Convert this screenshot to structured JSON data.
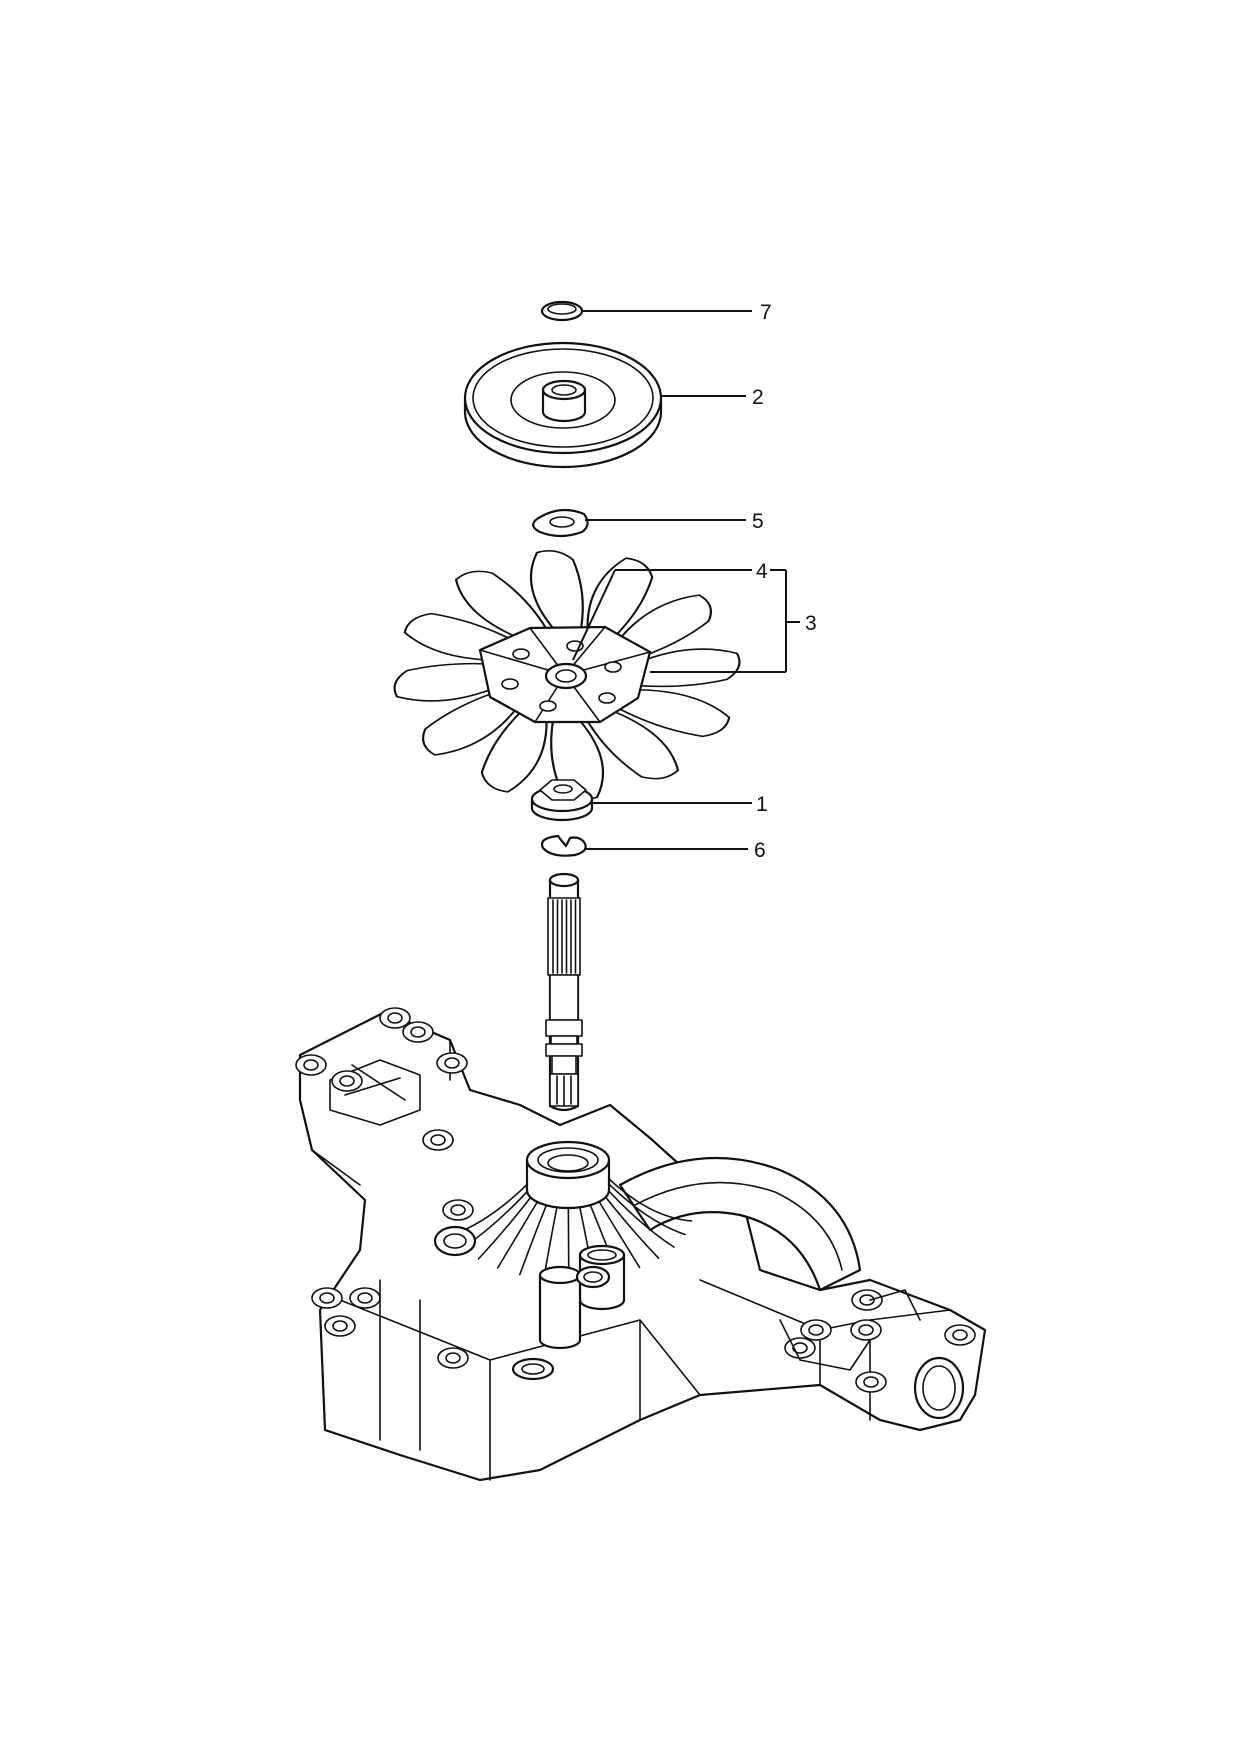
{
  "callouts": [
    {
      "number": "7",
      "part": "retaining-ring"
    },
    {
      "number": "2",
      "part": "pulley"
    },
    {
      "number": "5",
      "part": "wave-washer"
    },
    {
      "number": "4",
      "part": "fan-hub"
    },
    {
      "number": "3",
      "part": "fan-assembly"
    },
    {
      "number": "1",
      "part": "nut"
    },
    {
      "number": "6",
      "part": "e-clip"
    }
  ],
  "colors": {
    "line": "#111111",
    "background": "#ffffff"
  }
}
